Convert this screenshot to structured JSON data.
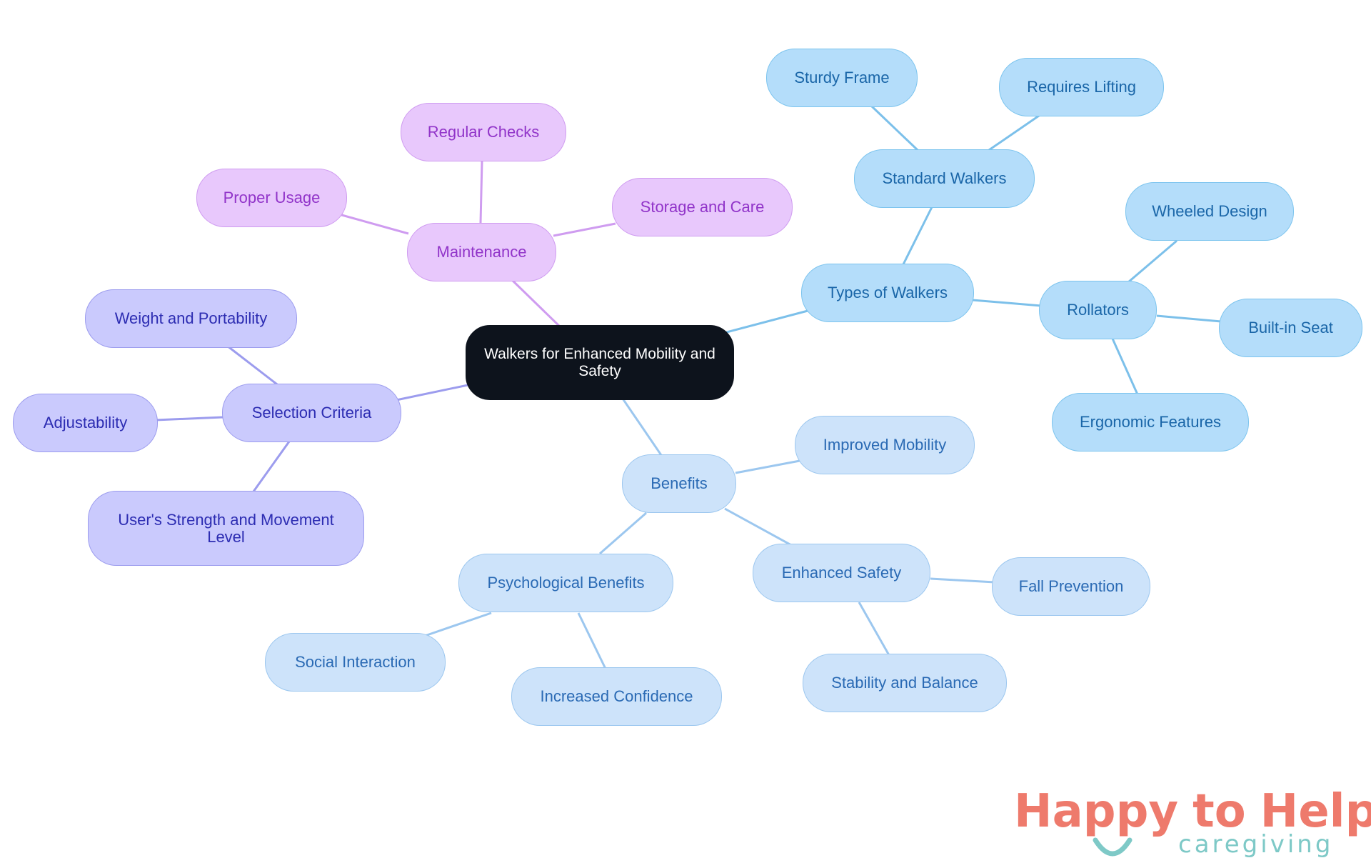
{
  "diagram": {
    "root": {
      "label": "Walkers for Enhanced Mobility and Safety"
    },
    "branches": {
      "types": {
        "label": "Types of Walkers",
        "standard": {
          "label": "Standard Walkers",
          "children": [
            "Sturdy Frame",
            "Requires Lifting"
          ]
        },
        "rollators": {
          "label": "Rollators",
          "children": [
            "Wheeled Design",
            "Built-in Seat",
            "Ergonomic Features"
          ]
        }
      },
      "benefits": {
        "label": "Benefits",
        "improved": "Improved Mobility",
        "safety": {
          "label": "Enhanced Safety",
          "children": [
            "Fall Prevention",
            "Stability and Balance"
          ]
        },
        "psych": {
          "label": "Psychological Benefits",
          "children": [
            "Social Interaction",
            "Increased Confidence"
          ]
        }
      },
      "selection": {
        "label": "Selection Criteria",
        "children": [
          "Weight and Portability",
          "Adjustability",
          "User's Strength and Movement Level"
        ]
      },
      "maintenance": {
        "label": "Maintenance",
        "children": [
          "Regular Checks",
          "Proper Usage",
          "Storage and Care"
        ]
      }
    }
  },
  "logo": {
    "word_happy": "Happy",
    "word_to": "to",
    "word_help": "Help",
    "tagline": "caregiving",
    "colors": {
      "primary": "#ee7a6c",
      "secondary": "#7ec9c7"
    }
  },
  "colors": {
    "blue_edge": "#7cc0ea",
    "lightblue_edge": "#9cc7ef",
    "purple_edge": "#cf9cf0",
    "indigo_edge": "#9c9cee"
  }
}
